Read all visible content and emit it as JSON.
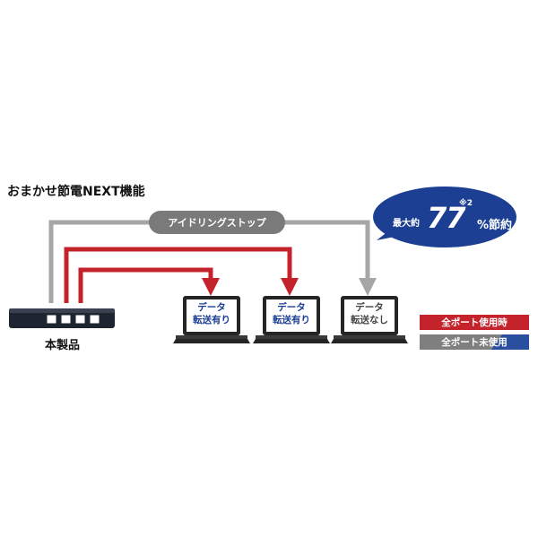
{
  "title": "おまかせ節電NEXT機能",
  "idle_label": "アイドリングストップ",
  "product_label": "本製品",
  "savings": {
    "prefix": "最大約",
    "value": "77",
    "note": "※2",
    "suffix": "%節約"
  },
  "devices": [
    {
      "line1": "データ",
      "line2": "転送有り",
      "status": "active"
    },
    {
      "line1": "データ",
      "line2": "転送有り",
      "status": "active"
    },
    {
      "line1": "データ",
      "line2": "転送なし",
      "status": "idle"
    }
  ],
  "legend": [
    {
      "label": "全ポート使用時",
      "color": "#c4232c"
    },
    {
      "label": "全ポート未使用",
      "color": "#7f7f7f",
      "accent": "#2a4f9e"
    }
  ],
  "colors": {
    "active": "#c4232c",
    "idle": "#a6a6a6",
    "bubble": "#1c3f94",
    "laptop": "#252525",
    "switch": "#1e2430"
  }
}
